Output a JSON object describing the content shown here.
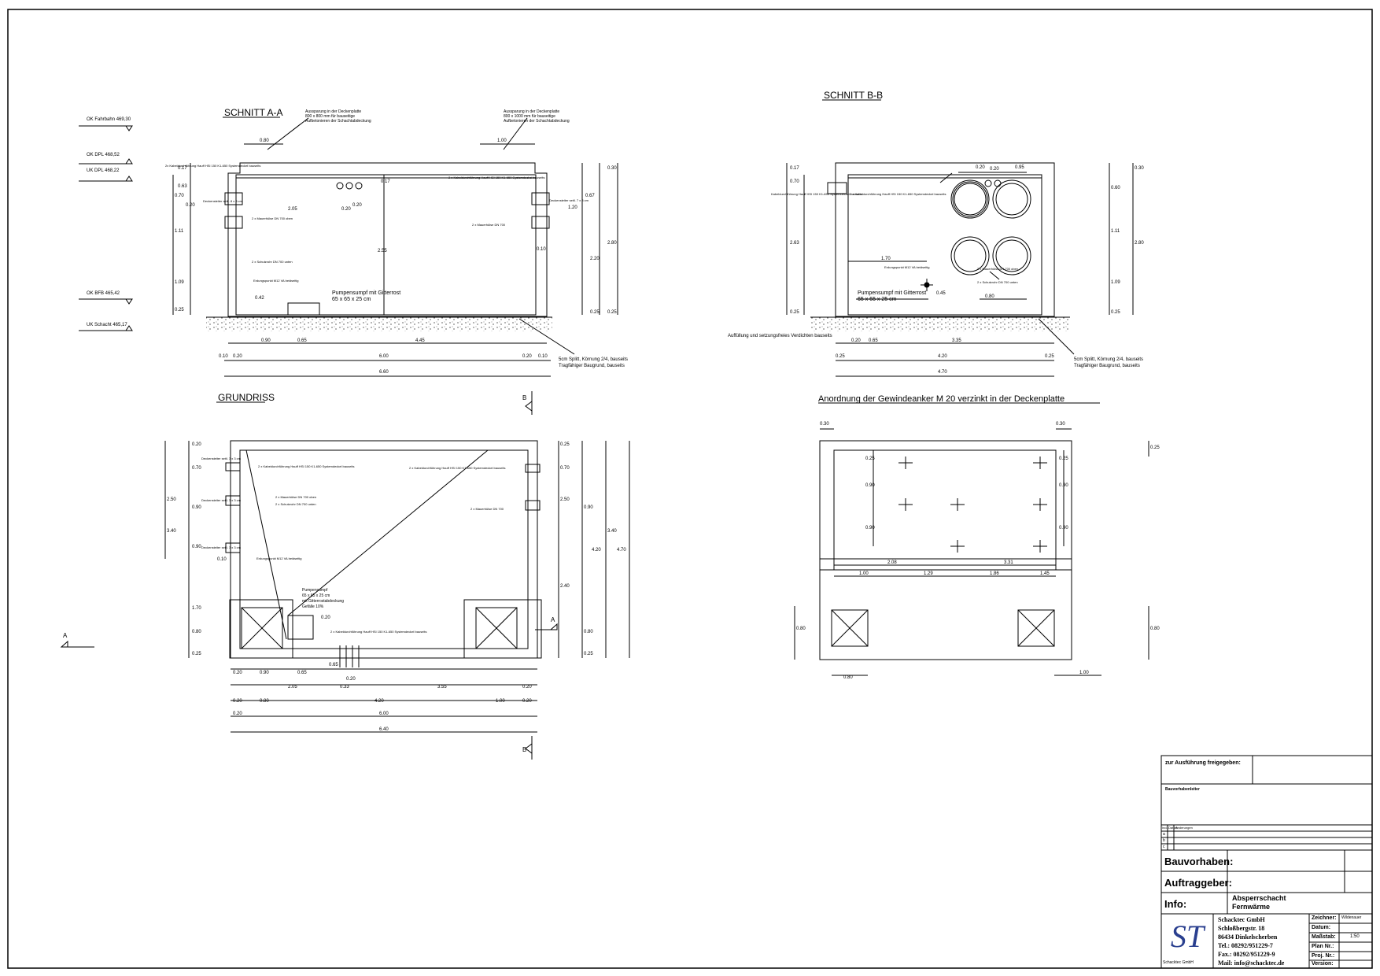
{
  "drawing": {
    "section_aa": {
      "title": "SCHNITT A-A",
      "note_left": [
        "Aussparung in der Deckenplatte",
        "800 x 800 mm für bauseitige",
        "Aufbetonieren der Schachtabdeckung"
      ],
      "note_right": [
        "Aussparung in der Deckenplatte",
        "800 x 1000 mm für bauseitige",
        "Aufbetonieren der Schachtabdeckung"
      ],
      "levels": [
        "OK Fahrbahn 469,30",
        "OK DPL 468,52",
        "UK DPL 468,22",
        "OK BFB 465,42",
        "UK Schacht 465,17"
      ],
      "labels": [
        "2x Kabeldurchführung Hauff HSI 150 K1-650 Systemdeckel bauseits",
        "Deckensteiter seitl. 8 x 3 cm",
        "2 x Mauerhülse DN 700 oben",
        "2 x Schutzrohr DN 700 unten",
        "Erdungspunkt M12 VA beidseitig",
        "Pumpensumpf mit Gitterrost",
        "65 x 65 x 25 cm",
        "2 x Kabeldurchführung Hauff HSI 150 K1-650 Systemdeckel bauseits",
        "Deckensteiter seitl. 7 x 3 cm",
        "2 x Mauerhülse DN 700",
        "5cm Splitt, Körnung 2/4, bauseits",
        "Tragfähiger Baugrund, bauseits"
      ],
      "dims_top": [
        "0.80",
        "1.00"
      ],
      "dims_inner": [
        "2.05",
        "0.20",
        "0.20",
        "2.55",
        "0.10",
        "0.17"
      ],
      "dims_left": [
        "0.17",
        "0.63",
        "0.20",
        "1.11",
        "1.09",
        "0.42",
        "0.25",
        "0.70"
      ],
      "dims_right": [
        "0.30",
        "0.67",
        "1.20",
        "2.20",
        "0.25",
        "2.80",
        "0.25"
      ],
      "dims_bottom": [
        "0.10",
        "0.20",
        "0.90",
        "0.65",
        "4.45",
        "0.20",
        "0.10",
        "6.00",
        "6.60"
      ]
    },
    "section_bb": {
      "title": "SCHNITT B-B",
      "labels": [
        "Kabeldurchführung Hauff HSI 150 K1-650 Systemdeckel bauseits",
        "2 x Kabeldurchführung Hauff HSI 150 K1-650 Systemdeckel bauseits",
        "Erdungspunkt M12 VA beidseitig",
        "Pumpensumpf mit Gitterrost",
        "65 x 65 x 25 cm",
        "2 x Mauerhülse DN 700 oben",
        "2 x Schutzrohr DN 700 unten",
        "Auffüllung und setzungsfreies Verdichten bauseits",
        "5cm Splitt, Körnung 2/4, bauseits",
        "Tragfähiger Baugrund, bauseits"
      ],
      "dims_top": [
        "0.20",
        "0.20",
        "0.95"
      ],
      "dims_inner": [
        "1.70",
        "0.80",
        "0.45"
      ],
      "dims_left": [
        "0.17",
        "0.70",
        "2.63",
        "0.25"
      ],
      "dims_right": [
        "0.30",
        "0.60",
        "1.11",
        "1.09",
        "0.25",
        "2.80"
      ],
      "dims_bottom": [
        "0.25",
        "0.20",
        "0.65",
        "3.35",
        "0.25",
        "4.20",
        "4.70"
      ]
    },
    "grundriss": {
      "title": "GRUNDRISS",
      "labels": [
        "2 x Kabeldurchführung Hauff HSI 150 K1-650 Systemdeckel bauseits",
        "Deckensteiter seitl. 3 x 3 cm",
        "2 x Mauerhülse DN 700 oben",
        "2 x Schutzrohr DN 700 unten",
        "Deckensteiter seitl. 3 x 3 cm",
        "Deckensteiter seitl. 3 x 3 cm",
        "Erdungspunkt M12 VA beidseitig",
        "Pumpensumpf",
        "65 x 65 x 25 cm",
        "mit Gitterrostabdeckung",
        "Gefälle 10%",
        "2 x Kabeldurchführung Hauff HSI 150 K1-650 Systemdeckel bauseits",
        "2 x Kabeldurchführung Hauff HSI 150 K1-650 Systemdeckel bauseits",
        "2 x Mauerhülse DN 700"
      ],
      "dims_left": [
        "0.20",
        "0.70",
        "0.90",
        "0.90",
        "0.10",
        "1.70",
        "0.80",
        "0.25",
        "2.50",
        "3.40"
      ],
      "dims_right": [
        "0.25",
        "0.70",
        "0.90",
        "2.50",
        "2.40",
        "0.80",
        "0.25",
        "3.40",
        "4.20",
        "4.70"
      ],
      "dims_bottom": [
        "0.20",
        "0.90",
        "0.65",
        "2.05",
        "0.20",
        "0.33",
        "3.55",
        "0.20",
        "0.20",
        "0.80",
        "4.20",
        "1.00",
        "0.20",
        "0.20",
        "6.00",
        "6.40"
      ],
      "dims_inner": [
        "0.20",
        "0.65"
      ],
      "markers": [
        "A",
        "A",
        "B",
        "B"
      ]
    },
    "anker": {
      "title": "Anordnung der Gewindeanker M 20 verzinkt in der Deckenplatte",
      "dims_top": [
        "0.30",
        "0.30"
      ],
      "dims_vertical": [
        "0.25",
        "0.90",
        "0.90",
        "0.25",
        "0.90",
        "0.90",
        "0.80",
        "0.80",
        "0.25"
      ],
      "dims_horizontal_1": [
        "2.08",
        "3.31"
      ],
      "dims_horizontal_2": [
        "1.00",
        "1.29",
        "1.86",
        "1.45"
      ],
      "dims_bottom": [
        "0.80",
        "1.00"
      ]
    }
  },
  "title_block": {
    "released_label": "zur Ausführung freigegeben:",
    "signature_label": "Bauvorhabenleiter",
    "revision_header": [
      "Ind.",
      "Datum",
      "Änderungen"
    ],
    "revision_rows": [
      "a",
      "b",
      "c"
    ],
    "bauvorhaben_label": "Bauvorhaben:",
    "bauvorhaben_value": "",
    "auftraggeber_label": "Auftraggeber:",
    "auftraggeber_value": "",
    "info_label": "Info:",
    "info_value_1": "Absperrschacht",
    "info_value_2": "Fernwärme",
    "logo_letters": "ST",
    "logo_caption": "Schacktec GmbH",
    "company_name": "Schacktec GmbH",
    "company_street": "Schloßbergstr. 18",
    "company_city": "86434 Dinkelscherben",
    "company_tel": "Tel.: 08292/951229-7",
    "company_fax": "Fax.: 08292/951229-9",
    "company_mail": "Mail: info@schacktec.de",
    "fields": [
      {
        "label": "Zeichner:",
        "value": "Wildenauer"
      },
      {
        "label": "Datum:",
        "value": ""
      },
      {
        "label": "Maßstab:",
        "value": "1:50"
      },
      {
        "label": "Plan Nr.:",
        "value": ""
      },
      {
        "label": "Proj. Nr.:",
        "value": ""
      },
      {
        "label": "Version:",
        "value": ""
      }
    ]
  }
}
